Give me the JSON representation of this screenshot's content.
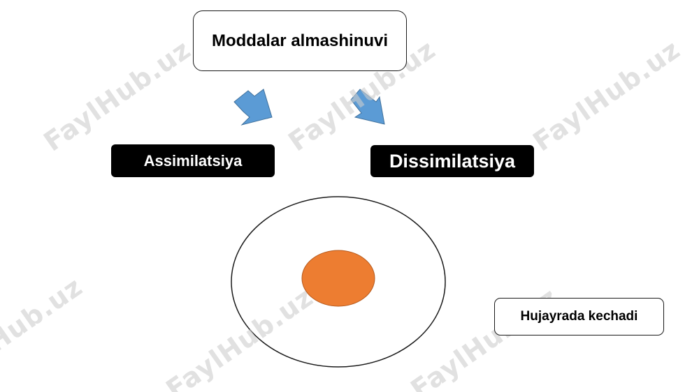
{
  "diagram": {
    "title": "Moddalar almashinuvi",
    "left_node": "Assimilatsiya",
    "right_node": "Dissimilatsiya",
    "note": "Hujayrada kechadi"
  },
  "watermark": {
    "text": "FaylHub.uz"
  },
  "colors": {
    "arrow_fill": "#5b9bd5",
    "arrow_stroke": "#41719c",
    "nucleus_fill": "#ed7d31",
    "nucleus_stroke": "#b55a1e",
    "node_bg": "#000000",
    "node_text": "#ffffff"
  },
  "icons": {
    "arrows": "down-right-block-arrow",
    "cell": "cell-with-nucleus"
  }
}
